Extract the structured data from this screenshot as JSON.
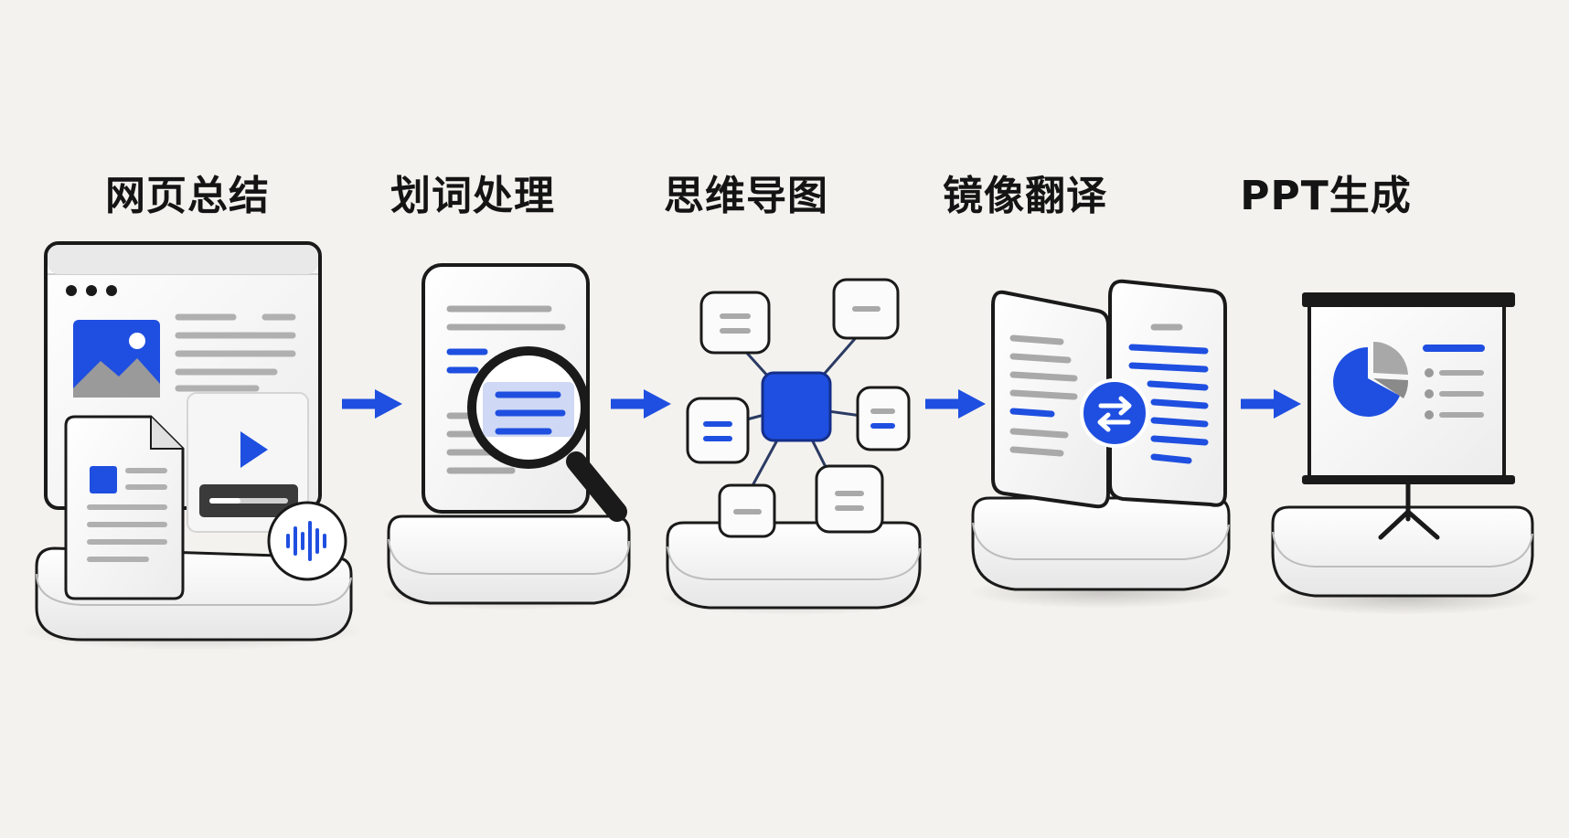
{
  "steps": [
    {
      "title": "网页总结",
      "icon": "webpage-summary-icon"
    },
    {
      "title": "划词处理",
      "icon": "text-selection-icon"
    },
    {
      "title": "思维导图",
      "icon": "mind-map-icon"
    },
    {
      "title": "镜像翻译",
      "icon": "mirror-translate-icon"
    },
    {
      "title": "PPT生成",
      "icon": "ppt-generate-icon"
    }
  ],
  "colors": {
    "accent": "#1f4fe0",
    "background": "#f4f2ee",
    "outline": "#1a1a1a",
    "card": "#fbfbfb",
    "line_gray": "#a9a9a9"
  }
}
